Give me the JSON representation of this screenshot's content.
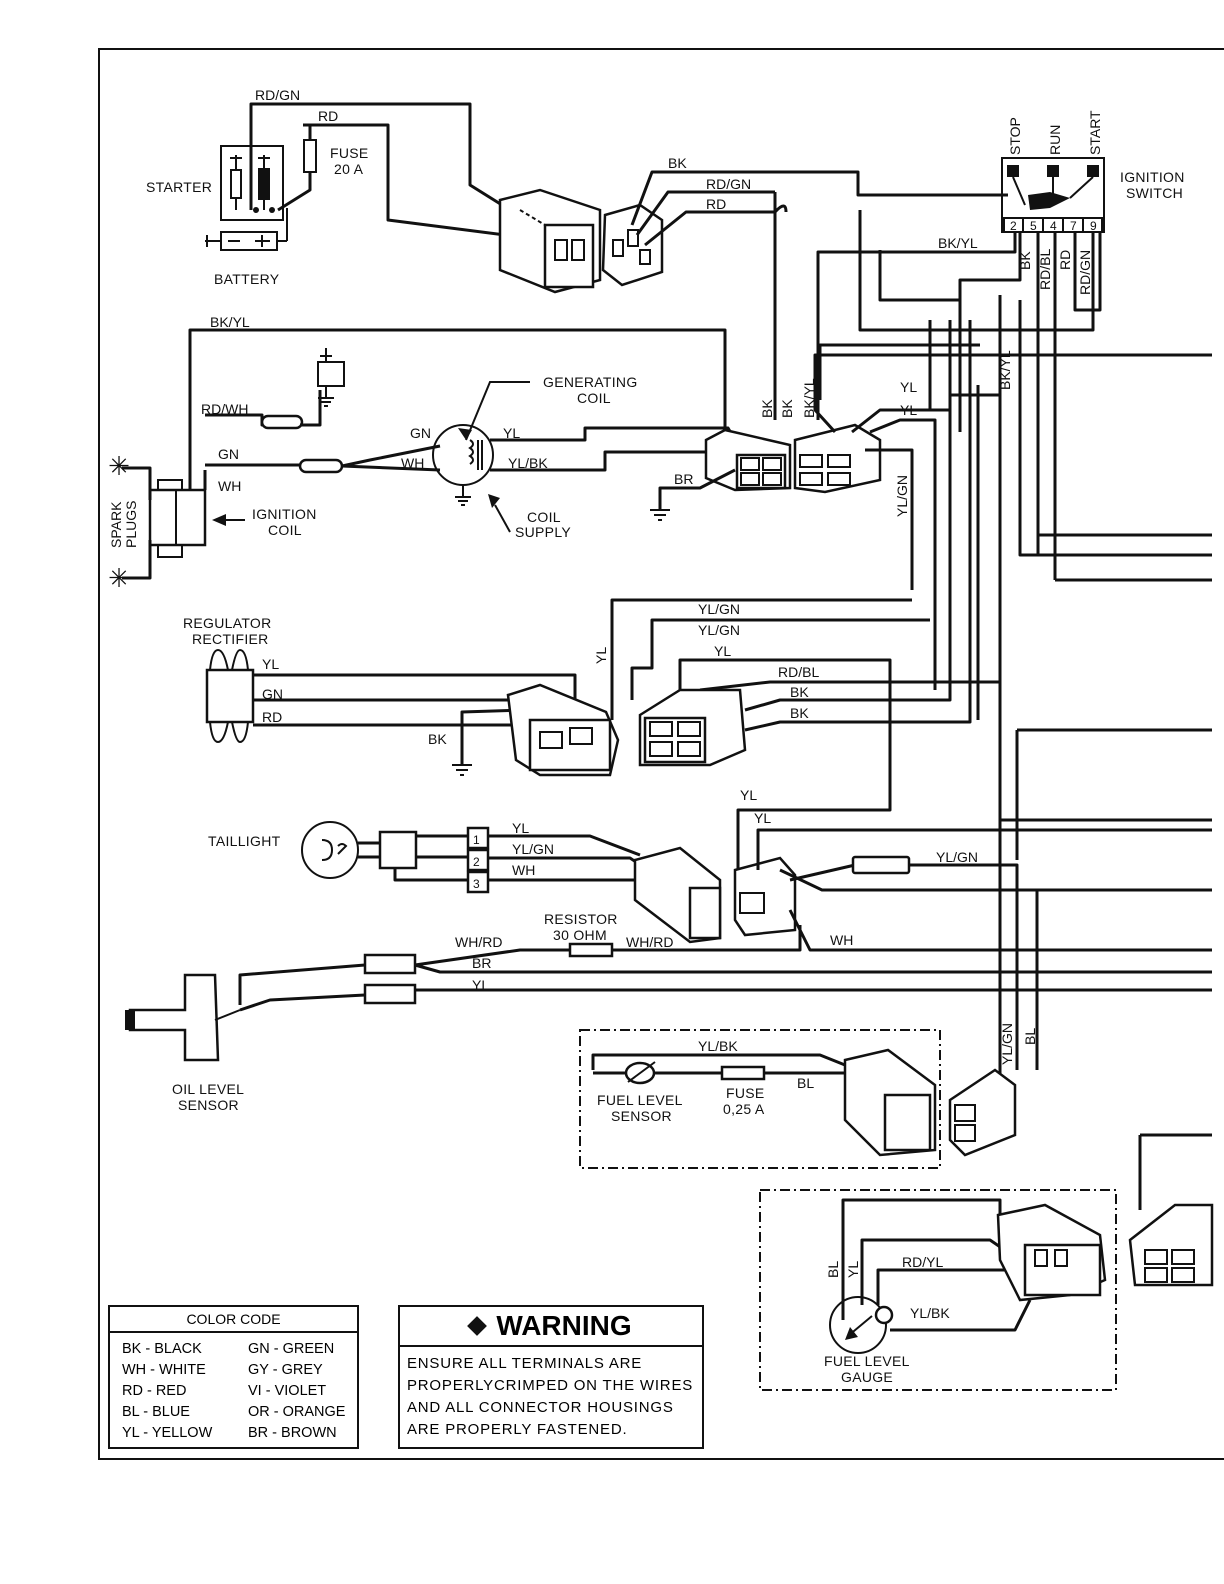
{
  "labels": {
    "rd_gn_top": "RD/GN",
    "rd_top": "RD",
    "fuse_20": "FUSE",
    "fuse_20_value": "20 A",
    "starter": "STARTER",
    "battery": "BATTERY",
    "bk_top": "BK",
    "rd_gn_mid": "RD/GN",
    "rd_mid": "RD",
    "stop": "STOP",
    "run": "RUN",
    "start": "START",
    "ignition_switch_1": "IGNITION",
    "ignition_switch_2": "SWITCH",
    "switch_terminals": [
      "2",
      "5",
      "4",
      "7",
      "9"
    ],
    "bk_yl_switch": "BK/YL",
    "sw_bk": "BK",
    "sw_rd_bl": "RD/BL",
    "sw_rd": "RD",
    "sw_rd_gn": "RD/GN",
    "bk_yl_coil": "BK/YL",
    "bk_yl_vertical": "BK/YL",
    "generating_coil_1": "GENERATING",
    "generating_coil_2": "COIL",
    "rd_wh": "RD/WH",
    "gn_coil": "GN",
    "yl_coil": "YL",
    "gn_left": "GN",
    "wh_coil": "WH",
    "yl_bk_coil": "YL/BK",
    "wh_left": "WH",
    "br_ground": "BR",
    "bk_v1": "BK",
    "bk_v2": "BK",
    "bk_yl_v3": "BK/YL",
    "yl_r1": "YL",
    "yl_r2": "YL",
    "yl_gn_vertical": "YL/GN",
    "spark_plugs_1": "SPARK",
    "spark_plugs_2": "PLUGS",
    "ignition_coil_1": "IGNITION",
    "ignition_coil_2": "COIL",
    "coil_supply_1": "COIL",
    "coil_supply_2": "SUPPLY",
    "regulator_1": "REGULATOR",
    "regulator_2": "RECTIFIER",
    "reg_yl": "YL",
    "reg_gn": "GN",
    "reg_rd": "RD",
    "reg_bk": "BK",
    "yl_vertical_left": "YL",
    "yl_gn_a": "YL/GN",
    "yl_gn_b": "YL/GN",
    "yl_c": "YL",
    "rd_bl_c": "RD/BL",
    "bk_c1": "BK",
    "bk_c2": "BK",
    "taillight": "TAILLIGHT",
    "tl_pins": [
      "1",
      "2",
      "3"
    ],
    "tl_yl": "YL",
    "tl_yl_gn": "YL/GN",
    "tl_wh": "WH",
    "yl_d1": "YL",
    "yl_d2": "YL",
    "yl_gn_d": "YL/GN",
    "wh_d": "WH",
    "resistor_1": "RESISTOR",
    "resistor_2": "30 OHM",
    "wh_rd_1": "WH/RD",
    "wh_rd_2": "WH/RD",
    "br_oil": "BR",
    "yl_oil": "YL",
    "oil_level_1": "OIL LEVEL",
    "oil_level_2": "SENSOR",
    "yl_bk_fuel": "YL/BK",
    "fuel_sensor_1": "FUEL LEVEL",
    "fuel_sensor_2": "SENSOR",
    "fuse_small_1": "FUSE",
    "fuse_small_2": "0,25 A",
    "bl_fuel": "BL",
    "yl_gn_e": "YL/GN",
    "bl_e": "BL",
    "gauge_bl": "BL",
    "gauge_yl": "YL",
    "gauge_rd_yl": "RD/YL",
    "gauge_yl_bk": "YL/BK",
    "fuel_gauge_1": "FUEL LEVEL",
    "fuel_gauge_2": "GAUGE"
  },
  "color_code": {
    "title": "COLOR CODE",
    "left": [
      "BK  - BLACK",
      "WH - WHITE",
      "RD  - RED",
      "BL  - BLUE",
      "YL  - YELLOW"
    ],
    "right": [
      "GN  - GREEN",
      "GY  - GREY",
      "VI   - VIOLET",
      "OR  - ORANGE",
      "BR  - BROWN"
    ]
  },
  "warning": {
    "title": "WARNING",
    "lines": [
      "ENSURE ALL TERMINALS ARE",
      "PROPERLYCRIMPED ON THE WIRES",
      "AND ALL CONNECTOR HOUSINGS",
      "ARE PROPERLY FASTENED."
    ]
  }
}
